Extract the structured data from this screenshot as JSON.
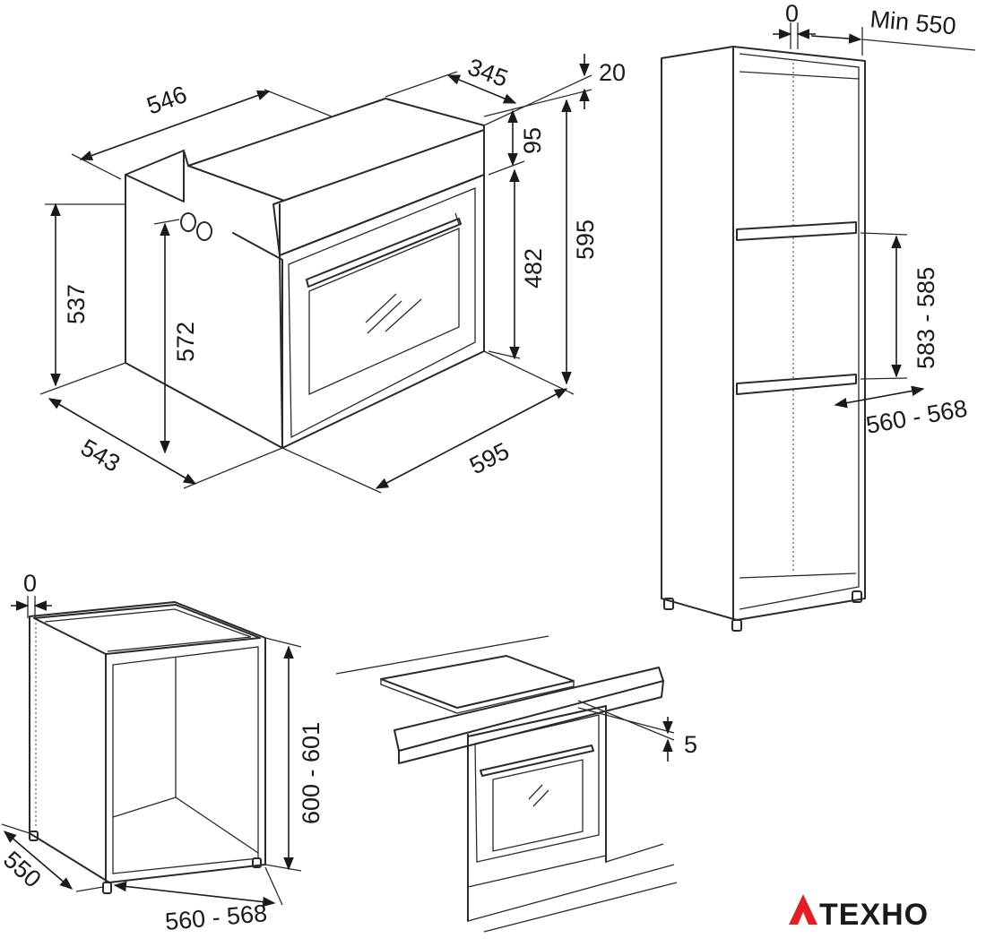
{
  "oven": {
    "width_top": "546",
    "depth_top": "345",
    "trim_thickness": "20",
    "panel_height": "95",
    "front_height": "595",
    "door_height": "482",
    "side_height": "537",
    "cavity_height": "572",
    "body_depth": "543",
    "body_width": "595"
  },
  "tall_cabinet": {
    "gap": "0",
    "min_depth": "Min 550",
    "niche_height": "583 - 585",
    "niche_width": "560 - 568"
  },
  "base_cabinet": {
    "gap": "0",
    "height": "600 - 601",
    "depth": "550",
    "width": "560 - 568"
  },
  "worktop": {
    "gap": "5"
  },
  "brand": {
    "letter": "A",
    "name": "TEXHO",
    "accent": "#e31e24"
  }
}
